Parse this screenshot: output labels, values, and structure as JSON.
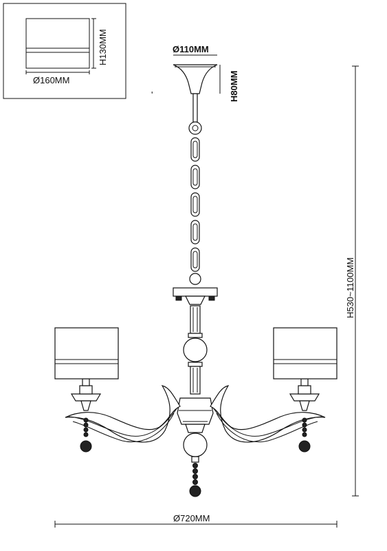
{
  "shade_detail": {
    "diameter_label": "Ø160MM",
    "height_label": "H130MM"
  },
  "canopy": {
    "diameter_label": "Ø110MM",
    "height_label": "H80MM"
  },
  "overall": {
    "height_label": "H530~1100MM",
    "width_label": "Ø720MM"
  }
}
